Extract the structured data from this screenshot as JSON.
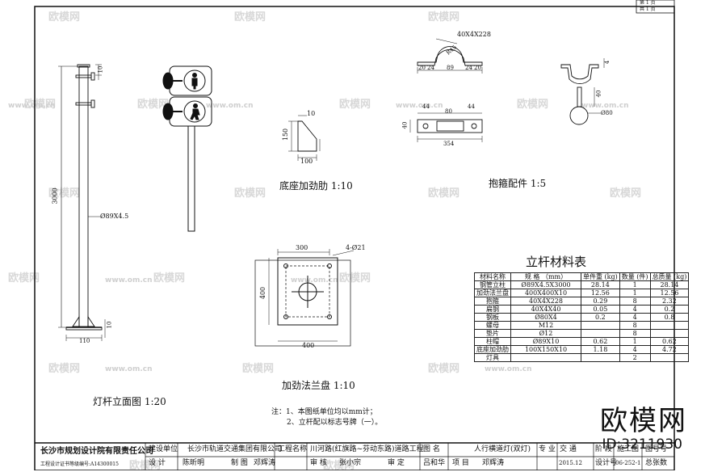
{
  "drawing": {
    "elevation_caption": "灯杆立面图   1:20",
    "rib_caption": "底座加劲肋   1:10",
    "clamp_caption": "抱箍配件   1:5",
    "flange_caption": "加劲法兰盘   1:10",
    "table_title": "立杆材料表",
    "notes": [
      "注：1、本图纸单位均以mm计；",
      "2、立杆配以标志号牌（一）。"
    ],
    "dims": {
      "pole_height": "3000",
      "pole_dia": "Ø89X4.5",
      "top_gap": "10",
      "base_w": "110",
      "base_h": "10",
      "rib_t": "10",
      "rib_h": "150",
      "rib_w": "100",
      "clamp_spec": "40X4X228",
      "clamp_r": "R45",
      "clamp_d1": "20",
      "clamp_d2": "24",
      "clamp_d3": "89",
      "clamp_d4": "24",
      "clamp_d5": "20",
      "clamp_44a": "44",
      "clamp_44b": "44",
      "clamp_80": "80",
      "clamp_40": "40",
      "clamp_354": "354",
      "washer_t": "4",
      "washer_h": "40",
      "washer_d": "Ø80",
      "flange_w_top": "300",
      "flange_holes": "4-Ø21",
      "flange_h": "400",
      "flange_w_bot": "400"
    }
  },
  "material_table": {
    "headers": [
      "材料名称",
      "规    格\n（mm）",
      "单件重\n(kg)",
      "数量\n(件)",
      "总质量\n(kg)"
    ],
    "rows": [
      [
        "钢管立柱",
        "Ø89X4.5X3000",
        "28.14",
        "1",
        "28.14"
      ],
      [
        "加劲法兰盘",
        "400X400X10",
        "12.56",
        "1",
        "12.56"
      ],
      [
        "抱箍",
        "40X4X228",
        "0.29",
        "8",
        "2.32"
      ],
      [
        "扁钢",
        "40X4X40",
        "0.05",
        "4",
        "0.2"
      ],
      [
        "钢板",
        "Ø80X4",
        "0.2",
        "4",
        "0.8"
      ],
      [
        "螺母",
        "M12",
        "",
        "8",
        ""
      ],
      [
        "垫片",
        "Ø12",
        "",
        "8",
        ""
      ],
      [
        "柱帽",
        "Ø89X10",
        "0.62",
        "1",
        "0.62"
      ],
      [
        "底座加劲肋",
        "100X150X10",
        "1.18",
        "4",
        "4.72"
      ],
      [
        "灯具",
        "",
        "",
        "2",
        ""
      ]
    ]
  },
  "title_block": {
    "company": "长沙市规划设计院有限责任公司",
    "company_sub": "工程设计证书等级编号:A14300015",
    "build_unit_label": "建设单位",
    "build_unit": "长沙市轨道交通集团有限公司",
    "project_label": "工程名称",
    "project": "川河路(红旗路~芬动东路)道路工程",
    "drawing_label": "图   名",
    "drawing_name": "人行横道灯(双灯)",
    "major_label": "专  业",
    "major": "交  通",
    "stage_label": "阶  段",
    "stage": "施工图",
    "sheet_label": "图号号",
    "design_label": "设  计",
    "designer": "陈昕明",
    "draw_label": "制  图",
    "drawer": "邓辉涛",
    "review_label": "审  核",
    "reviewer": "张小宗",
    "approve_label": "审  定",
    "approver": "吕和华",
    "pm_label": "项  目",
    "pm": "邓辉涛",
    "date": "2015.12",
    "design_no_label": "设计号",
    "design_no": "06-252-1",
    "chief_label": "总张数",
    "page_label_1": "第 1 页",
    "page_label_2": "共 1 页"
  },
  "watermark": {
    "text": "欧模网",
    "url": "www.om.cn",
    "logo": "欧模网",
    "id": "ID:3211930"
  }
}
